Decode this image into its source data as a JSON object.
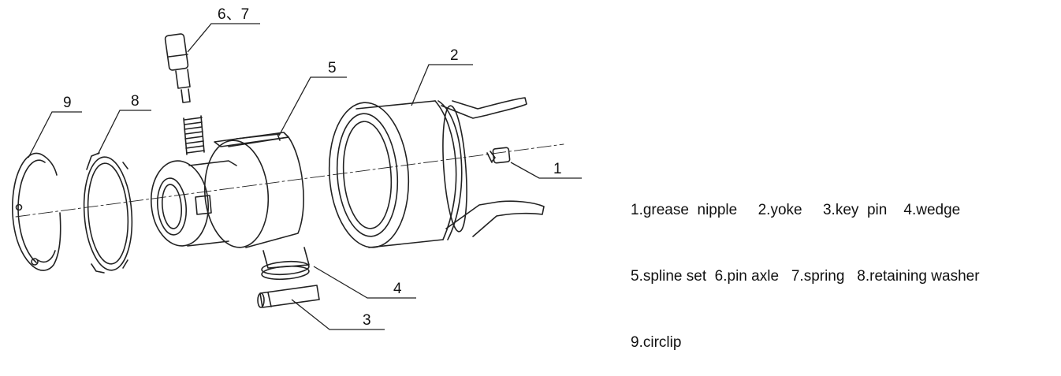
{
  "callouts": {
    "c1": "1",
    "c2": "2",
    "c3": "3",
    "c4": "4",
    "c5": "5",
    "c67": "6、7",
    "c8": "8",
    "c9": "9"
  },
  "legend": {
    "line1": "1.grease  nipple     2.yoke     3.key  pin    4.wedge",
    "line2": "5.spline set  6.pin axle   7.spring   8.retaining washer",
    "line3": "9.circlip"
  }
}
